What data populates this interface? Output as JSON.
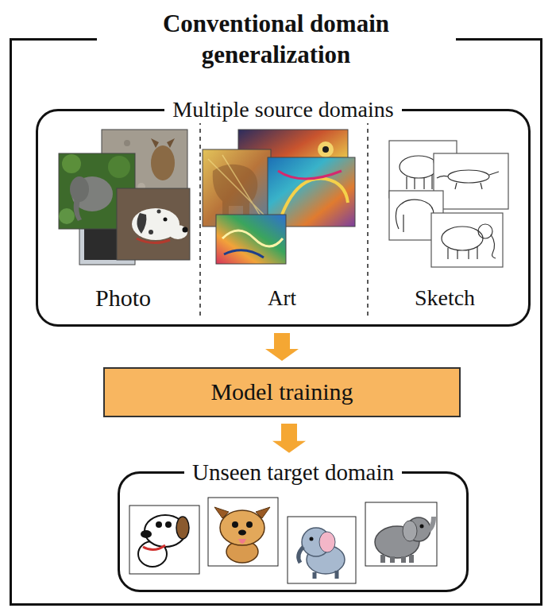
{
  "diagram": {
    "nodes": [
      {
        "text": [
          "Conventional domain generalization"
        ]
      },
      {
        "text": [
          "Multiple source domains"
        ],
        "in": 0
      },
      {
        "text": [
          "Model training"
        ],
        "in": 0
      },
      {
        "text": [
          "Unseen target domain"
        ],
        "in": 0
      }
    ],
    "edges": [
      {
        "from": 1,
        "to": 2,
        "arrow": "to"
      },
      {
        "from": 2,
        "to": 3,
        "arrow": "to"
      }
    ],
    "labels": [
      "Photo",
      "Art",
      "Sketch"
    ]
  }
}
